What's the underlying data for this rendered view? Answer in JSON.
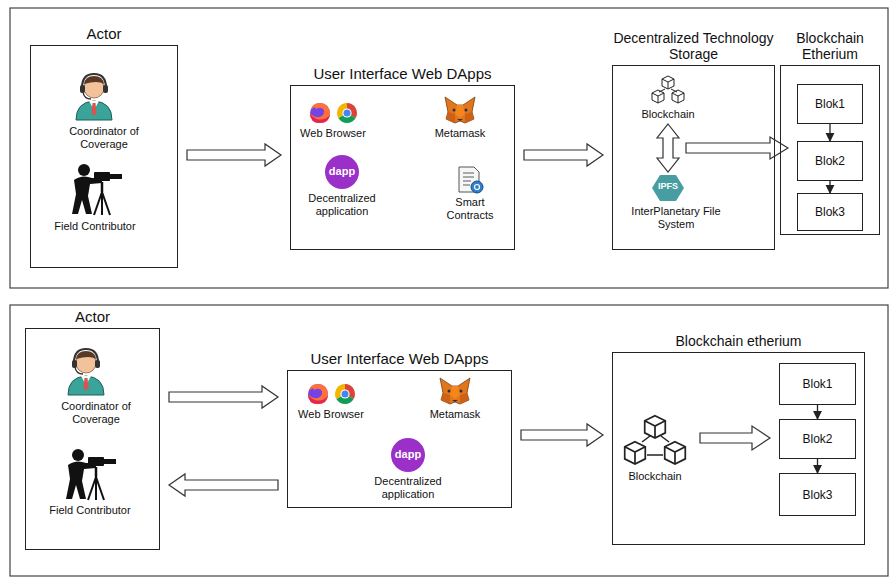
{
  "diagram": {
    "nodes": [
      {
        "text": [
          "Actor"
        ]
      },
      {
        "text": [
          "User Interface Web DApps"
        ]
      },
      {
        "text": [
          "Decentralized Technology Storage"
        ]
      },
      {
        "text": [
          "Blockchain Etherium"
        ]
      },
      {
        "text": [
          "Blok1"
        ],
        "in": 3
      },
      {
        "text": [
          "Blok2"
        ],
        "in": 3
      },
      {
        "text": [
          "Blok3"
        ],
        "in": 3
      },
      {
        "text": [
          "Actor"
        ]
      },
      {
        "text": [
          "User Interface Web DApps"
        ]
      },
      {
        "text": [
          "Blockchain etherium"
        ]
      },
      {
        "text": [
          "Blok1"
        ],
        "in": 9
      },
      {
        "text": [
          "Blok2"
        ],
        "in": 9
      },
      {
        "text": [
          "Blok3"
        ],
        "in": 9
      }
    ],
    "edges": [
      {
        "from": 0,
        "to": 1,
        "arrow": "to"
      },
      {
        "from": 1,
        "to": 2,
        "arrow": "to"
      },
      {
        "from": 4,
        "to": 5,
        "arrow": "to"
      },
      {
        "from": 5,
        "to": 6,
        "arrow": "to"
      },
      {
        "from": 7,
        "to": 8,
        "arrow": "to"
      },
      {
        "from": 8,
        "to": 7,
        "arrow": "to"
      },
      {
        "from": 8,
        "to": 9,
        "arrow": "to"
      },
      {
        "from": 10,
        "to": 11,
        "arrow": "to"
      },
      {
        "from": 11,
        "to": 12,
        "arrow": "to"
      }
    ],
    "labels": [
      "Coordinator of Coverage",
      "Field Contributor",
      "Web Browser",
      "Metamask",
      "dapp",
      "Decentralized application",
      "Smart Contracts",
      "Blockchain",
      "IPFS",
      "InterPlanetary File System",
      "Coordinator of Coverage",
      "Field Contributor",
      "Web Browser",
      "Metamask",
      "dapp",
      "Decentralized application",
      "Blockchain"
    ]
  }
}
